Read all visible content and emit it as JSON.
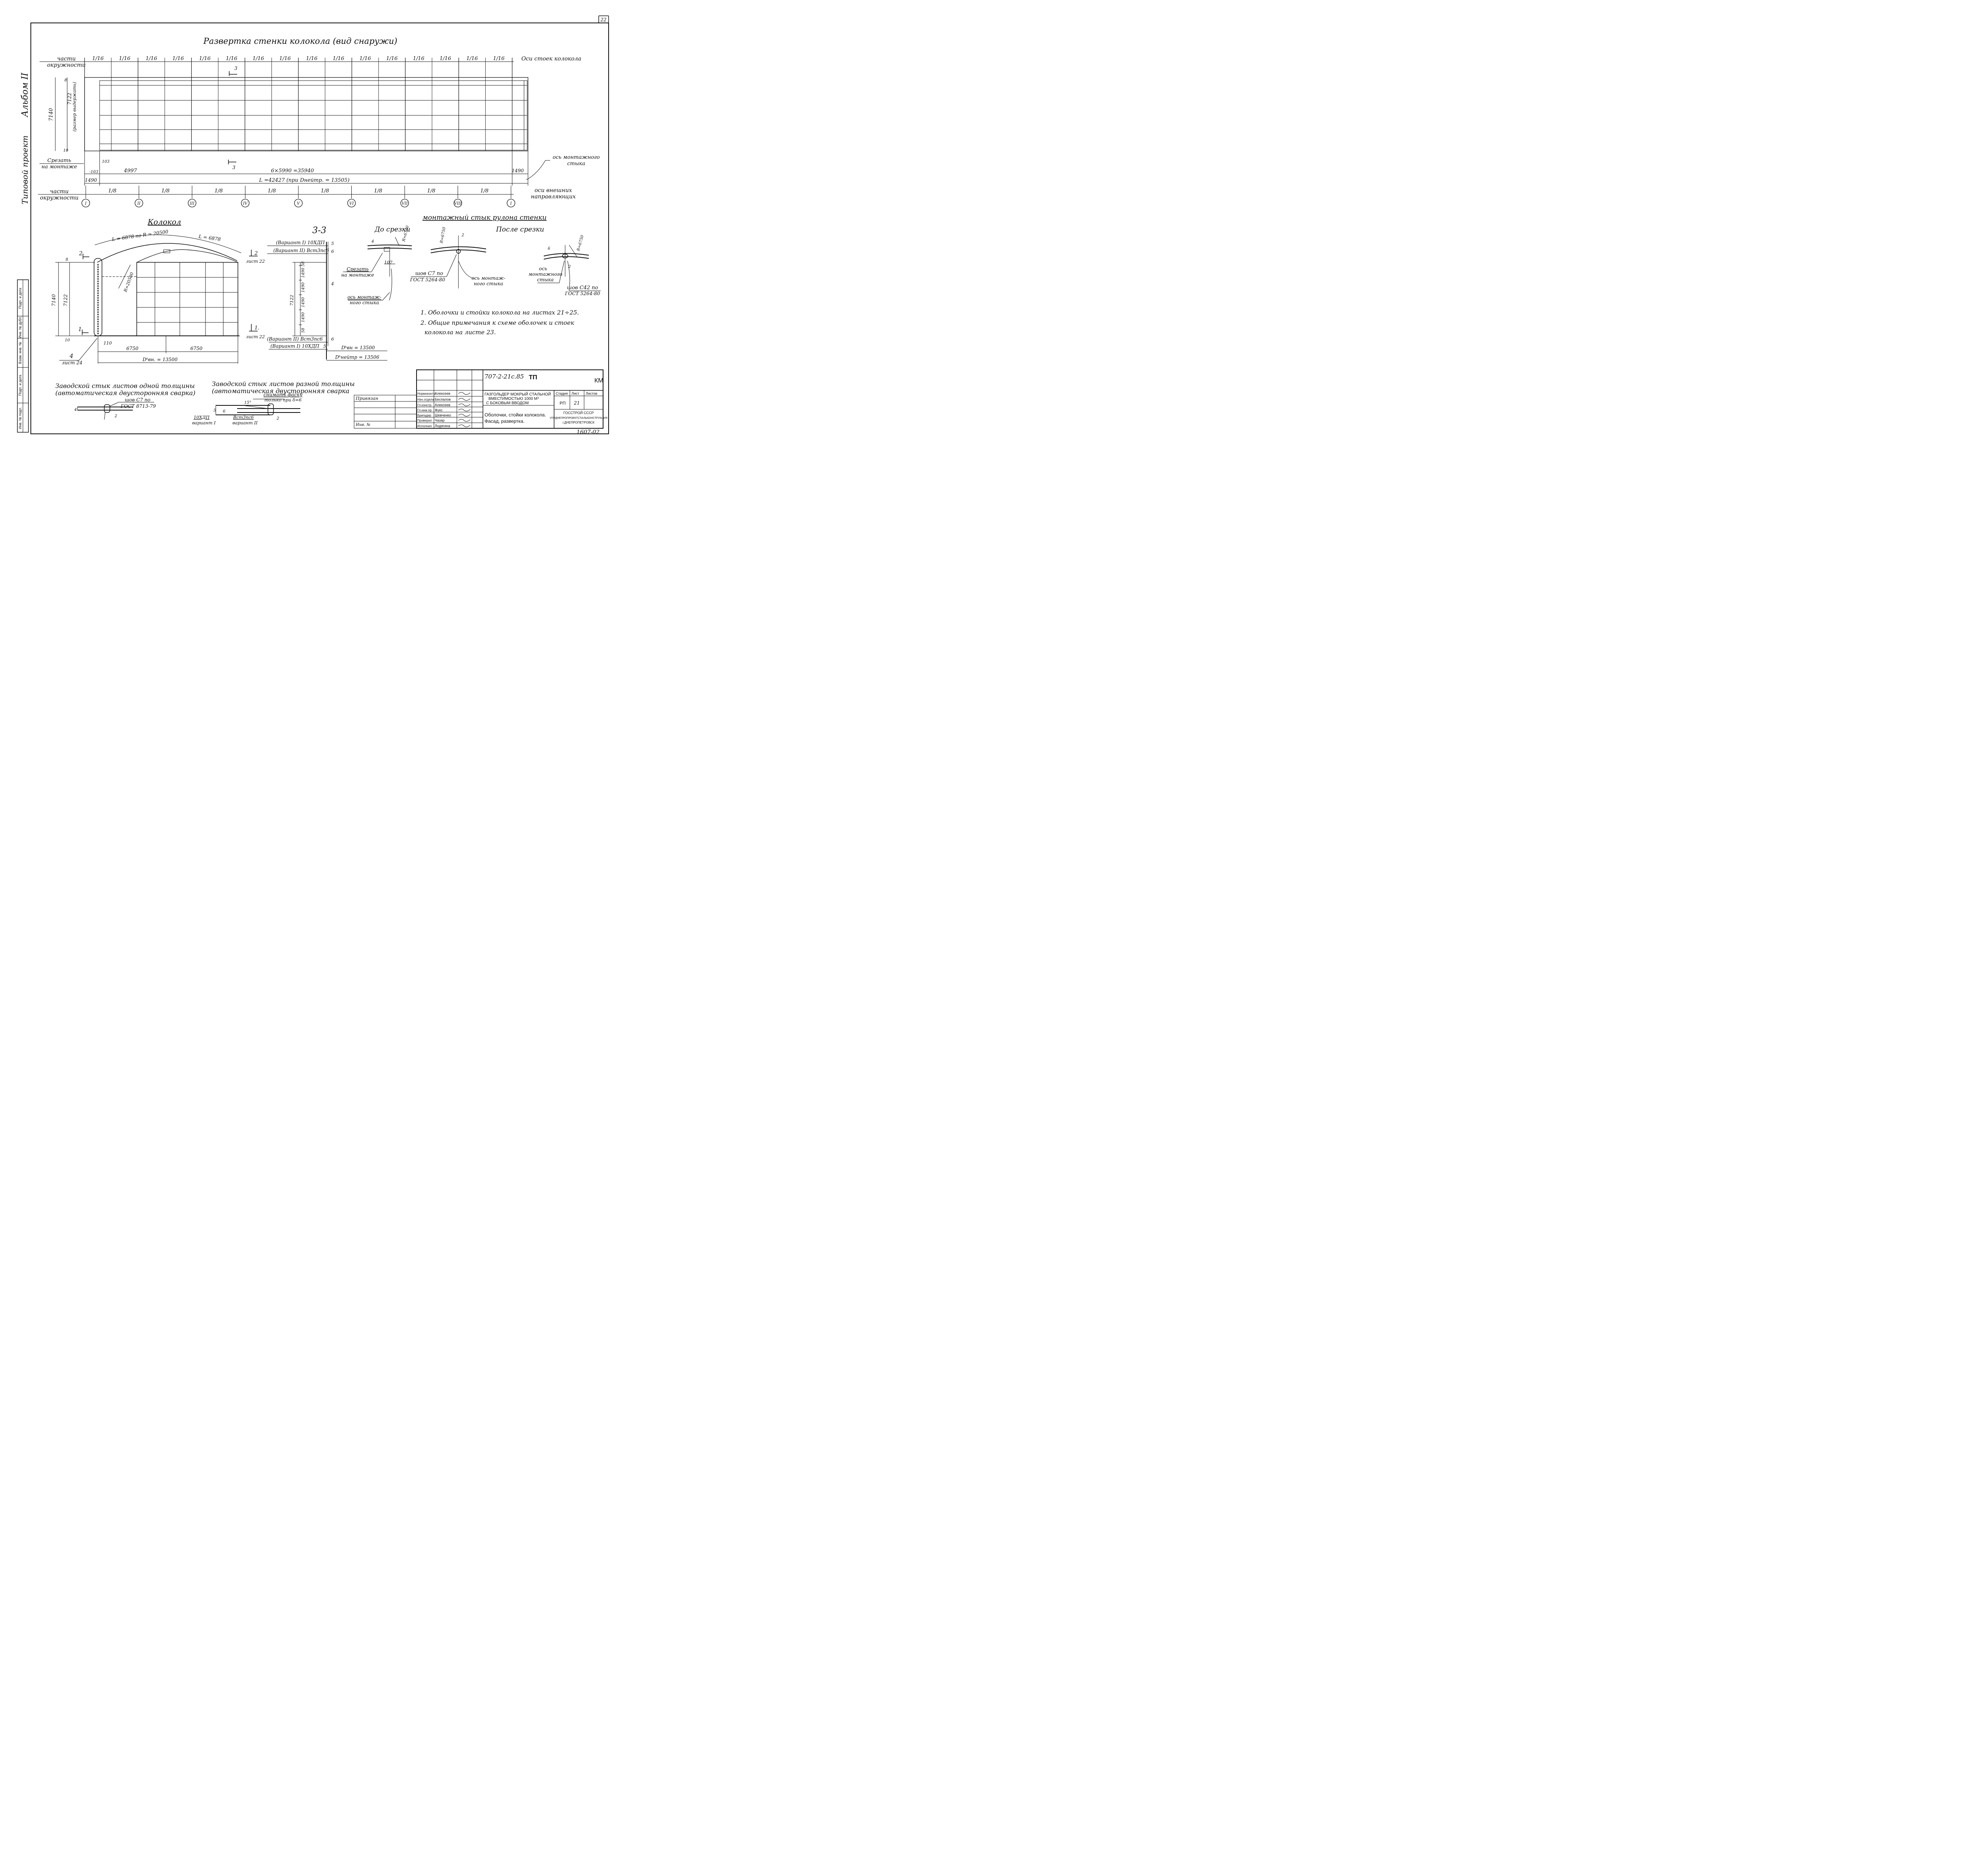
{
  "sheet": {
    "page_number": "22",
    "album": "Альбом II",
    "project_type": "Типовой проект",
    "archive_no": "1607-02"
  },
  "razvertka": {
    "title": "Развертка стенки колокола (вид снаружи)",
    "left_label_1": "части",
    "left_label_2": "окружности",
    "left_label_3": "Срезать",
    "left_label_4": "на монтаже",
    "left_label_5": "части",
    "left_label_6": "окружности",
    "fraction_top": [
      "1/16",
      "1/16",
      "1/16",
      "1/16",
      "1/16",
      "1/16",
      "1/16",
      "1/16",
      "1/16",
      "1/16",
      "1/16",
      "1/16",
      "1/16",
      "1/16",
      "1/16",
      "1/16"
    ],
    "fraction_bottom": [
      "1/8",
      "1/8",
      "1/8",
      "1/8",
      "1/8",
      "1/8",
      "1/8",
      "1/8"
    ],
    "axes_note": "Оси стоек колокола",
    "outer_axes_note_1": "оси внешних",
    "outer_axes_note_2": "направляющих",
    "mount_axis_1": "ось монтажного",
    "mount_axis_2": "стыка",
    "axis_labels": [
      "I",
      "II",
      "III",
      "IV",
      "V",
      "VI",
      "VII",
      "VIII",
      "I"
    ],
    "dim_height": "7140",
    "dim_inner": "7122",
    "dim_inner_note": "(размер выдержать)",
    "dim_8": "8",
    "dim_10": "10",
    "dim_103a": "103",
    "dim_103b": "-103",
    "dim_1490a": "1490",
    "dim_1490b": "1490",
    "dim_4997": "4997",
    "dim_span": "6×5990 =35940",
    "dim_total": "L =42427 (при Dнейтр. = 13505)",
    "section_mark": "3"
  },
  "kolokol": {
    "title": "Колокол",
    "dim_arc1": "L = 6878 по R = 20500",
    "dim_arc2": "L = 6878",
    "dim_radius": "R=20500",
    "dim_7140": "7140",
    "dim_7122": "7122",
    "dim_8": "8",
    "dim_10": "10",
    "dim_110": "110",
    "dim_6750a": "6750",
    "dim_6750b": "6750",
    "dim_d": "Dᵏвн. = 13500",
    "mark_2": "2",
    "mark_1": "1",
    "mark_2r": "2",
    "sheet_2r": "лист 22",
    "mark_1r": "1.",
    "sheet_1r": "лист 22",
    "callout_num": "4",
    "callout_sheet": "лист 24"
  },
  "section33": {
    "title": "3-3",
    "var1_top": "(Вариант I) 10ХДП",
    "var2_top": "(Вариант II) Вст3пс6",
    "var2_bot": "(Вариант II) Вст3пс6",
    "var1_bot": "(Вариант I) 10ХДП",
    "n5": "5",
    "n6": "6",
    "n4": "4",
    "n6b": "6",
    "n5b": "5",
    "dim_7122": "7122",
    "dims": [
      "58",
      "1490",
      "1490",
      "1490",
      "1490",
      "58"
    ],
    "d_vn": "Dᵏвн = 13500",
    "d_neutr": "Dᵏнейтр = 13506"
  },
  "mount": {
    "title": "монтажный стык рулона стенки",
    "before": "До срезки",
    "after": "После срезки",
    "cut_1": "Срезать",
    "cut_2": "на монтаже",
    "dim_107": "107",
    "r1": "R=6750",
    "n4": "4",
    "axis_1": "ось монтаж-",
    "axis_2": "ного стыка",
    "r2": "R=6750",
    "seam_1": "шов С7 по",
    "seam_1b": "ГОСТ 5264-80",
    "n2": "2",
    "axis_3": "ось монтаж-",
    "axis_4": "ного стыка",
    "r3": "R=6750",
    "n6": "6",
    "axis_5": "ось",
    "axis_6": "монтажного",
    "axis_7": "стыка",
    "seam_2": "шов С42 по",
    "seam_2b": "ГОСТ 5264-80",
    "n2b": "2"
  },
  "notes": [
    "1. Оболочки и стойки колокола на листах 21÷25.",
    "2. Общие примечания к схеме оболочек и стоек",
    "колокола на листе 23."
  ],
  "weld_details": {
    "d1_title_1": "Заводской стык листов одной толщины",
    "d1_title_2": "(автоматическая двусторонняя сварка)",
    "d1_seam_1": "шов С7 по",
    "d1_seam_2": "ГОСТ 8713-79",
    "d1_n4": "4",
    "d1_n2": "2",
    "d2_title_1": "Заводской стык листов разной толщины",
    "d2_title_2": "(автоматическая двусторонняя сварка",
    "d2_note_1": "снимать фаску",
    "d2_note_2": "только при δ=6",
    "d2_15": "15°",
    "d2_5": "5",
    "d2_6": "6",
    "d2_2": "2",
    "d2_v1a": "10ХДП",
    "d2_v1b": "вариант I",
    "d2_v2a": "Вст3пс6",
    "d2_v2b": "вариант II"
  },
  "side_stamp": [
    "Инв. № подл.",
    "Подп. и дата",
    "Взам. инв. №",
    "Инв. № дубл.",
    "Подп. и дата"
  ],
  "privyazan": {
    "label": "Привязан",
    "inv": "Инв. №"
  },
  "title_block": {
    "code": "707-2-21с.85",
    "tp": "ТП",
    "km": "КМ",
    "roles": [
      "Нормоконтр.",
      "Нач.отдела",
      "Гл.констр.",
      "Гл.инж.пр.",
      "Бригадир",
      "Проверил",
      "Исполнил"
    ],
    "names": [
      "Алексеев",
      "Беспалов",
      "Алексеев",
      "Фукс",
      "Шевченко",
      "Чазар",
      "Лодягина"
    ],
    "object": [
      "ГАЗГОЛЬДЕР МОКРЫЙ СТАЛЬНОЙ",
      "ВМЕСТИМОСТЬЮ 1000 М³",
      "С БОКОВЫМ ВВОДОМ"
    ],
    "sheet_title": [
      "Оболочки, стойки колокола.",
      "Фасад, развертка."
    ],
    "stage_h": "Стадия",
    "sheet_h": "Лист",
    "sheets_h": "Листов",
    "stage": "РП",
    "sheet": "21",
    "org": [
      "ГОССТРОЙ СССР",
      "УПРДНЕПРОПРОЕКТСТАЛЬКОНСТРУКЦИЯ",
      "г.ДНЕПРОПЕТРОВСК"
    ]
  }
}
